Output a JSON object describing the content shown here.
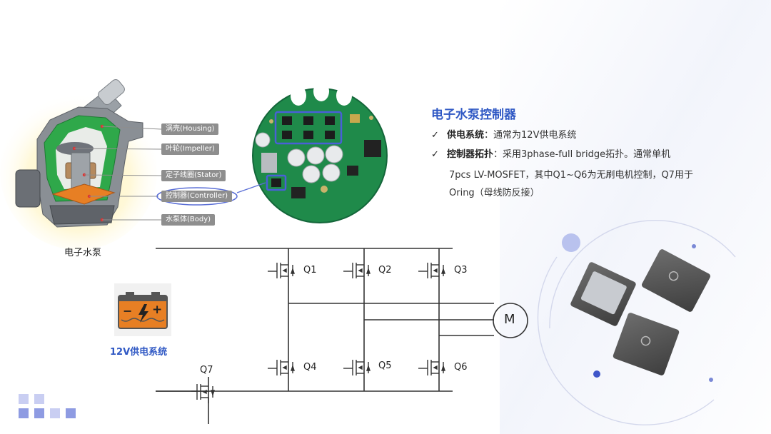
{
  "title": "电子水泵控制器",
  "points": [
    {
      "label": "供电系统",
      "colon": "：",
      "text": "通常为12V供电系统"
    },
    {
      "label": "控制器拓扑",
      "colon": "：",
      "text": "采用3phase-full bridge拓扑。通常单机",
      "continuation": [
        "7pcs LV-MOSFET，其中Q1~Q6为无刷电机控制，Q7用于",
        "Oring（母线防反接）"
      ]
    }
  ],
  "check_mark": "✓",
  "pump": {
    "caption": "电子水泵",
    "callouts": [
      "涡壳(Housing)",
      "叶轮(Impeller)",
      "定子线圈(Stator)",
      "控制器(Controller)",
      "水泵体(Body)"
    ]
  },
  "battery": {
    "caption": "12V供电系统",
    "minus": "−",
    "plus": "+"
  },
  "circuit": {
    "mosfets": [
      "Q1",
      "Q2",
      "Q3",
      "Q4",
      "Q5",
      "Q6",
      "Q7"
    ],
    "motor_label": "M"
  },
  "colors": {
    "accent": "#2f58c4",
    "pump_green": "#2fa84a",
    "pcb_green": "#1f8a4a",
    "battery_orange": "#e77f24"
  }
}
